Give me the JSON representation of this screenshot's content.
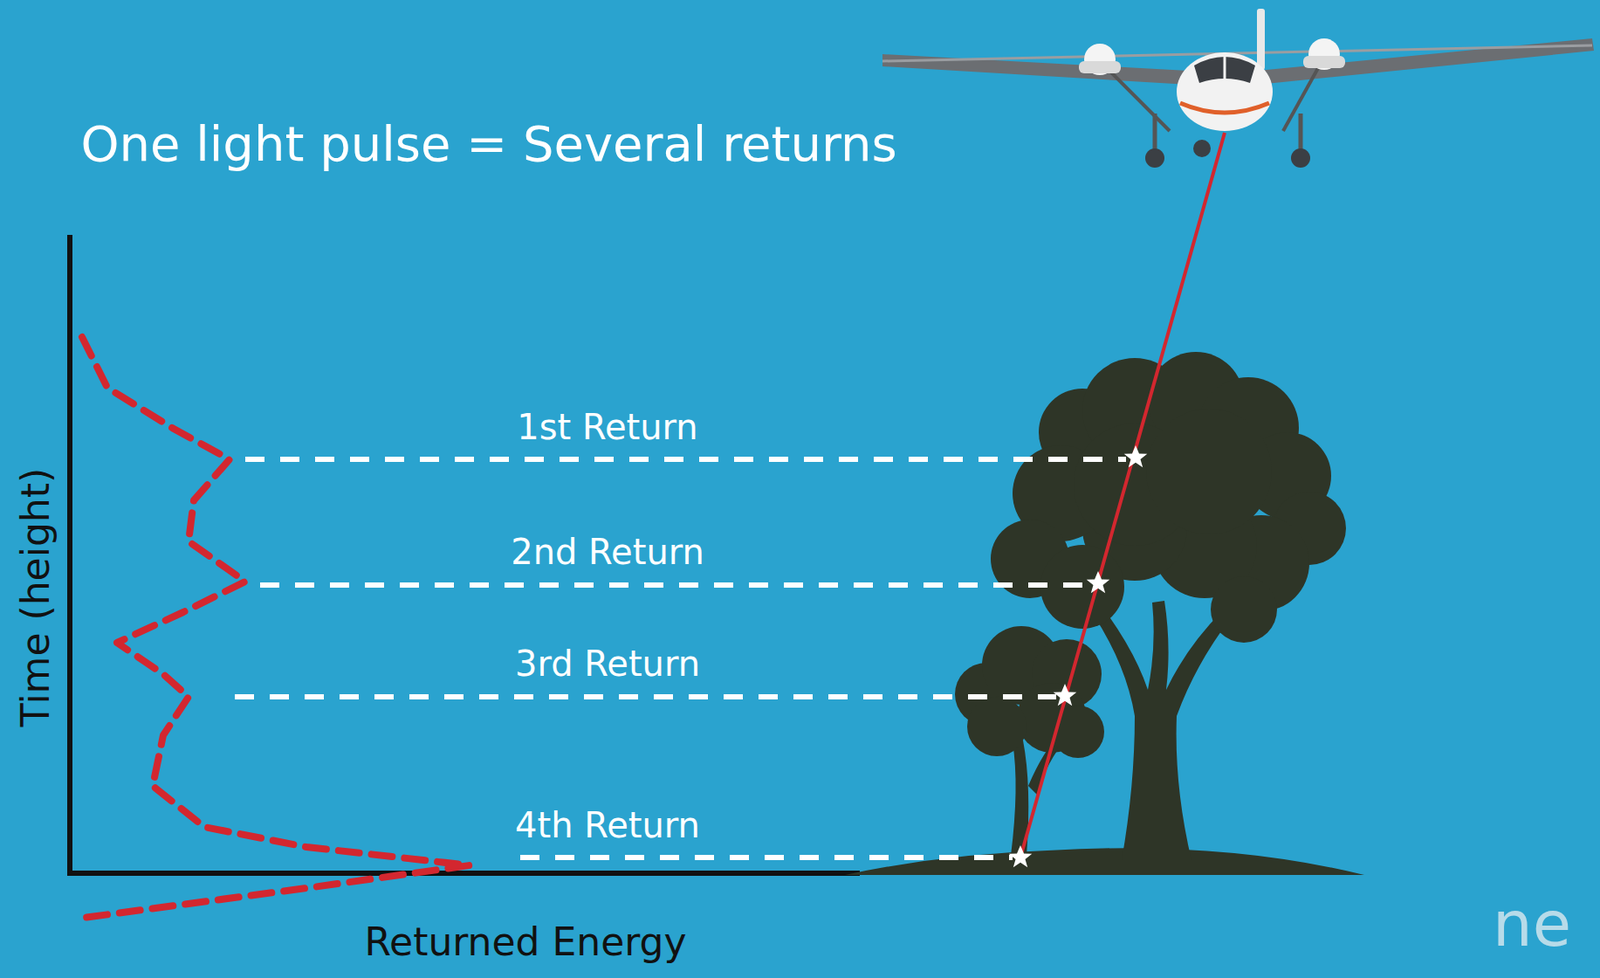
{
  "diagram": {
    "title": "One light pulse = Several returns",
    "labels": [
      "1st Return",
      "2nd Return",
      "3rd Return",
      "4th Return",
      "Time (height)",
      "Returned Energy",
      "ne"
    ]
  }
}
